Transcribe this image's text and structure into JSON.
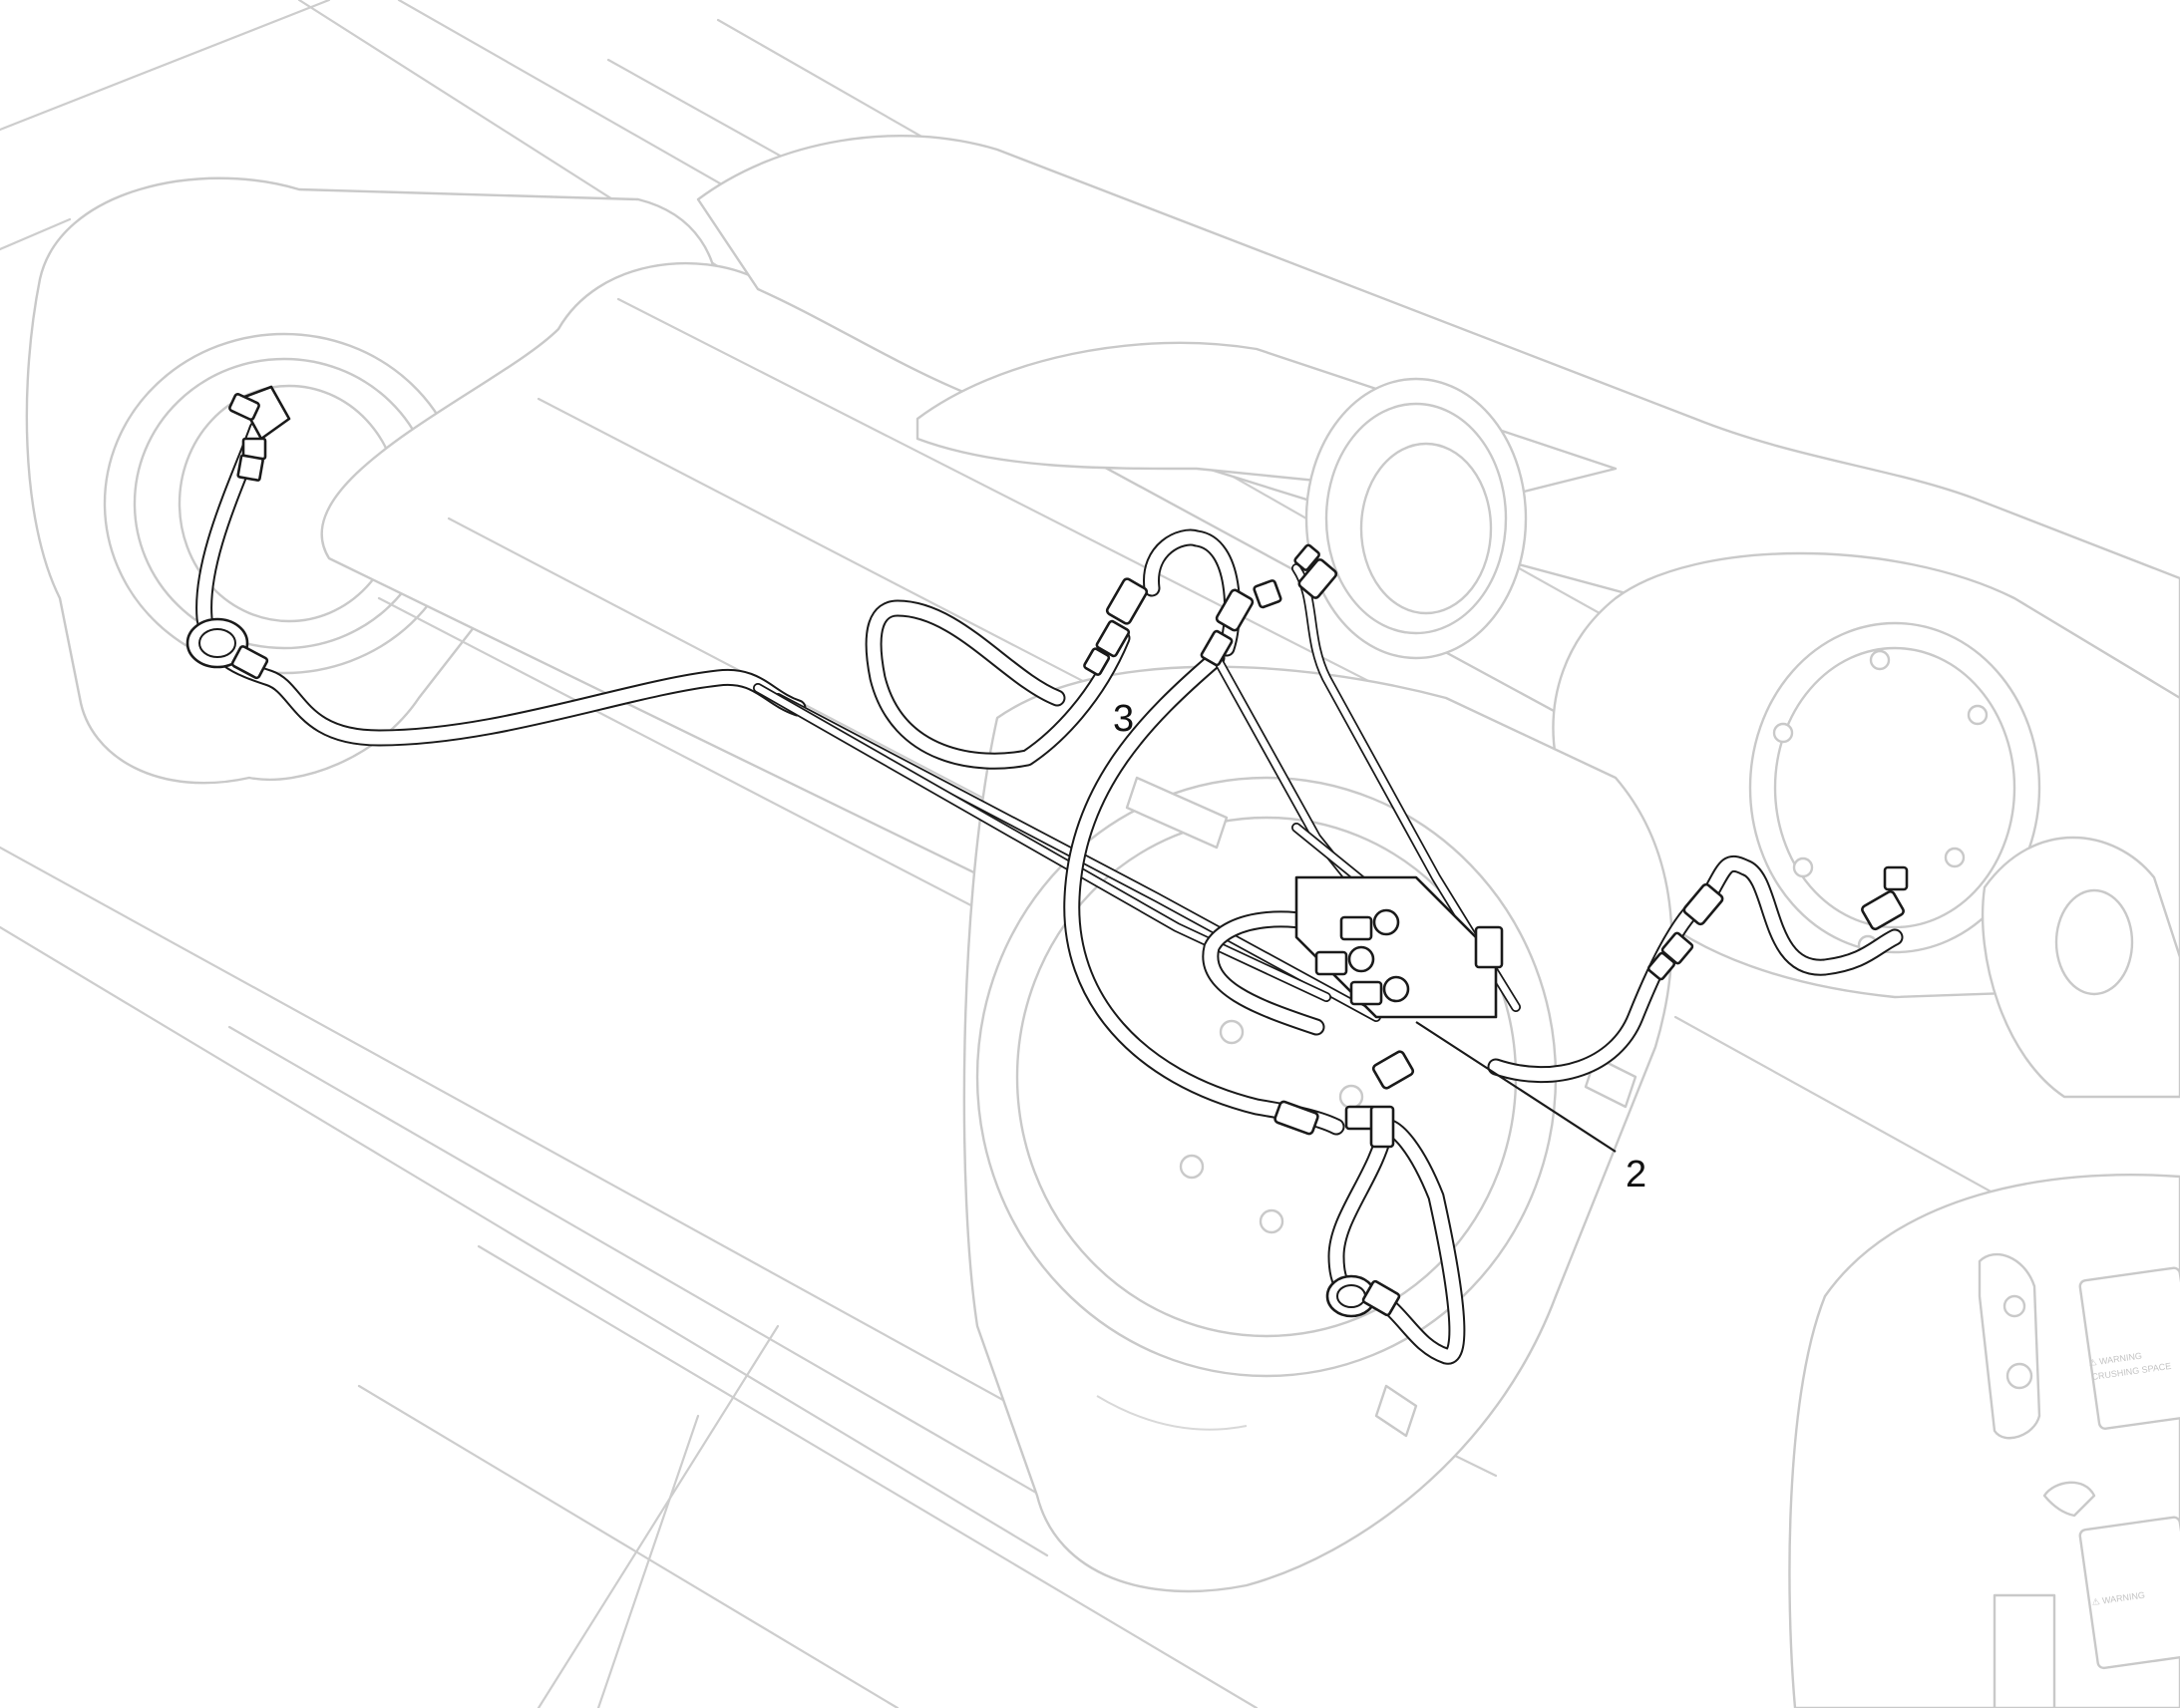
{
  "diagram": {
    "callouts": [
      {
        "id": "callout-3",
        "label": "3"
      },
      {
        "id": "callout-2",
        "label": "2"
      }
    ],
    "decal_text": {
      "upper_decal_line1": "⚠ WARNING",
      "upper_decal_line2": "CRUSHING SPACE",
      "lower_decal_line1": "⚠ WARNING"
    },
    "colors": {
      "hose_stroke": "#1a1a1a",
      "ghost_stroke": "#c9c9c9",
      "background": "#ffffff"
    }
  }
}
